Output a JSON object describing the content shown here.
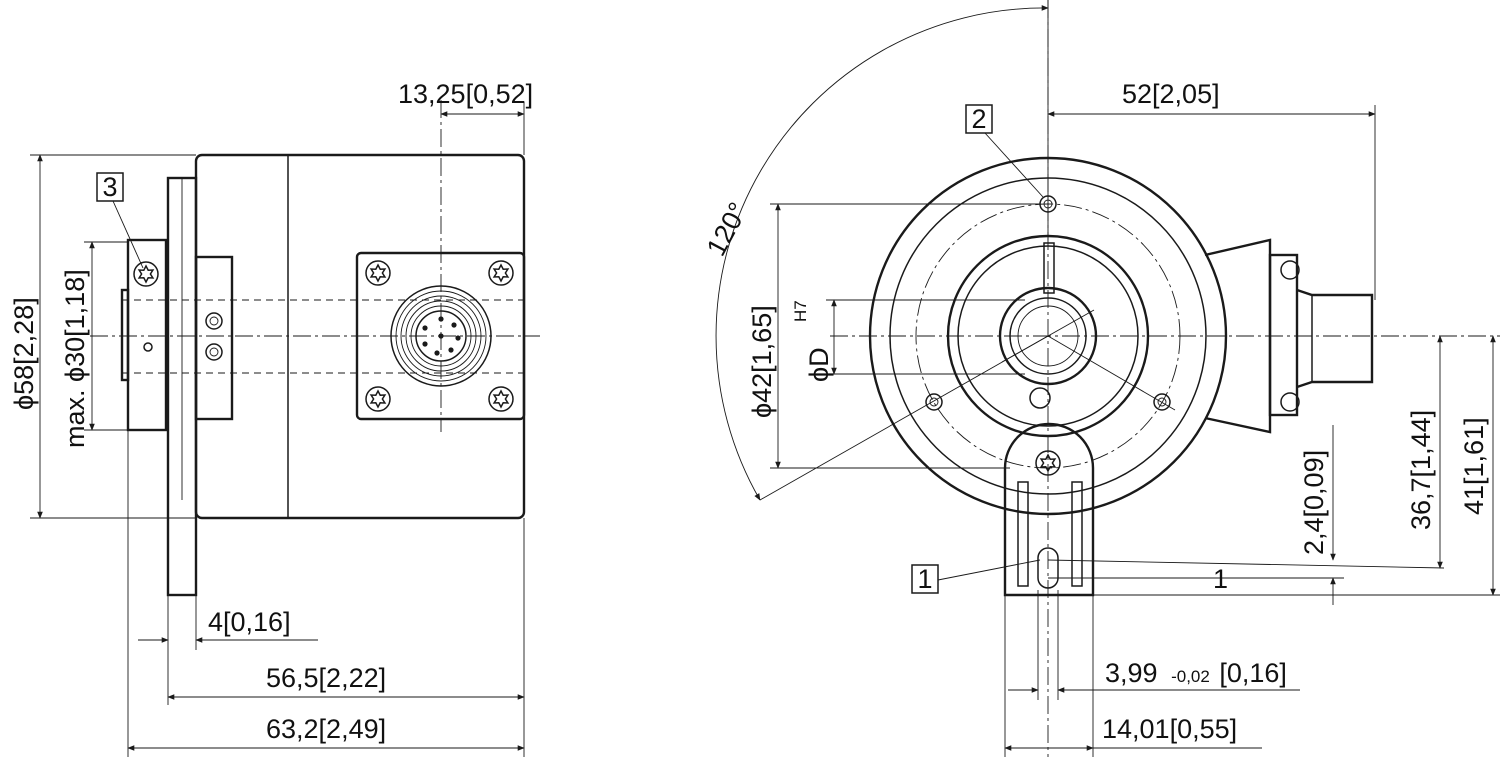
{
  "side_view": {
    "dim_connector_offset": "13,25[0,52]",
    "dim_flange_thickness": "4[0,16]",
    "dim_body_length": "56,5[2,22]",
    "dim_total_length": "63,2[2,49]",
    "dim_diameter_58": "ϕ58[2,28]",
    "dim_max_diameter_30": "max. ϕ30[1,18]",
    "callout_3": "3"
  },
  "front_view": {
    "dim_52": "52[2,05]",
    "dim_diameter_42": "ϕ42[1,65]",
    "dim_bore_symbol": "ϕD",
    "dim_bore_tolerance": "H7",
    "dim_angle": "120°",
    "dim_2_4": "2,4[0,09]",
    "dim_36_7": "36,7[1,44]",
    "dim_41": "41[1,61]",
    "dim_slot_width_value": "3,99",
    "dim_slot_width_tolerance": "-0,02",
    "dim_slot_width_inch": "[0,16]",
    "dim_14_01": "14,01[0,55]",
    "callout_1": "1",
    "callout_2": "2",
    "label_1": "1"
  }
}
